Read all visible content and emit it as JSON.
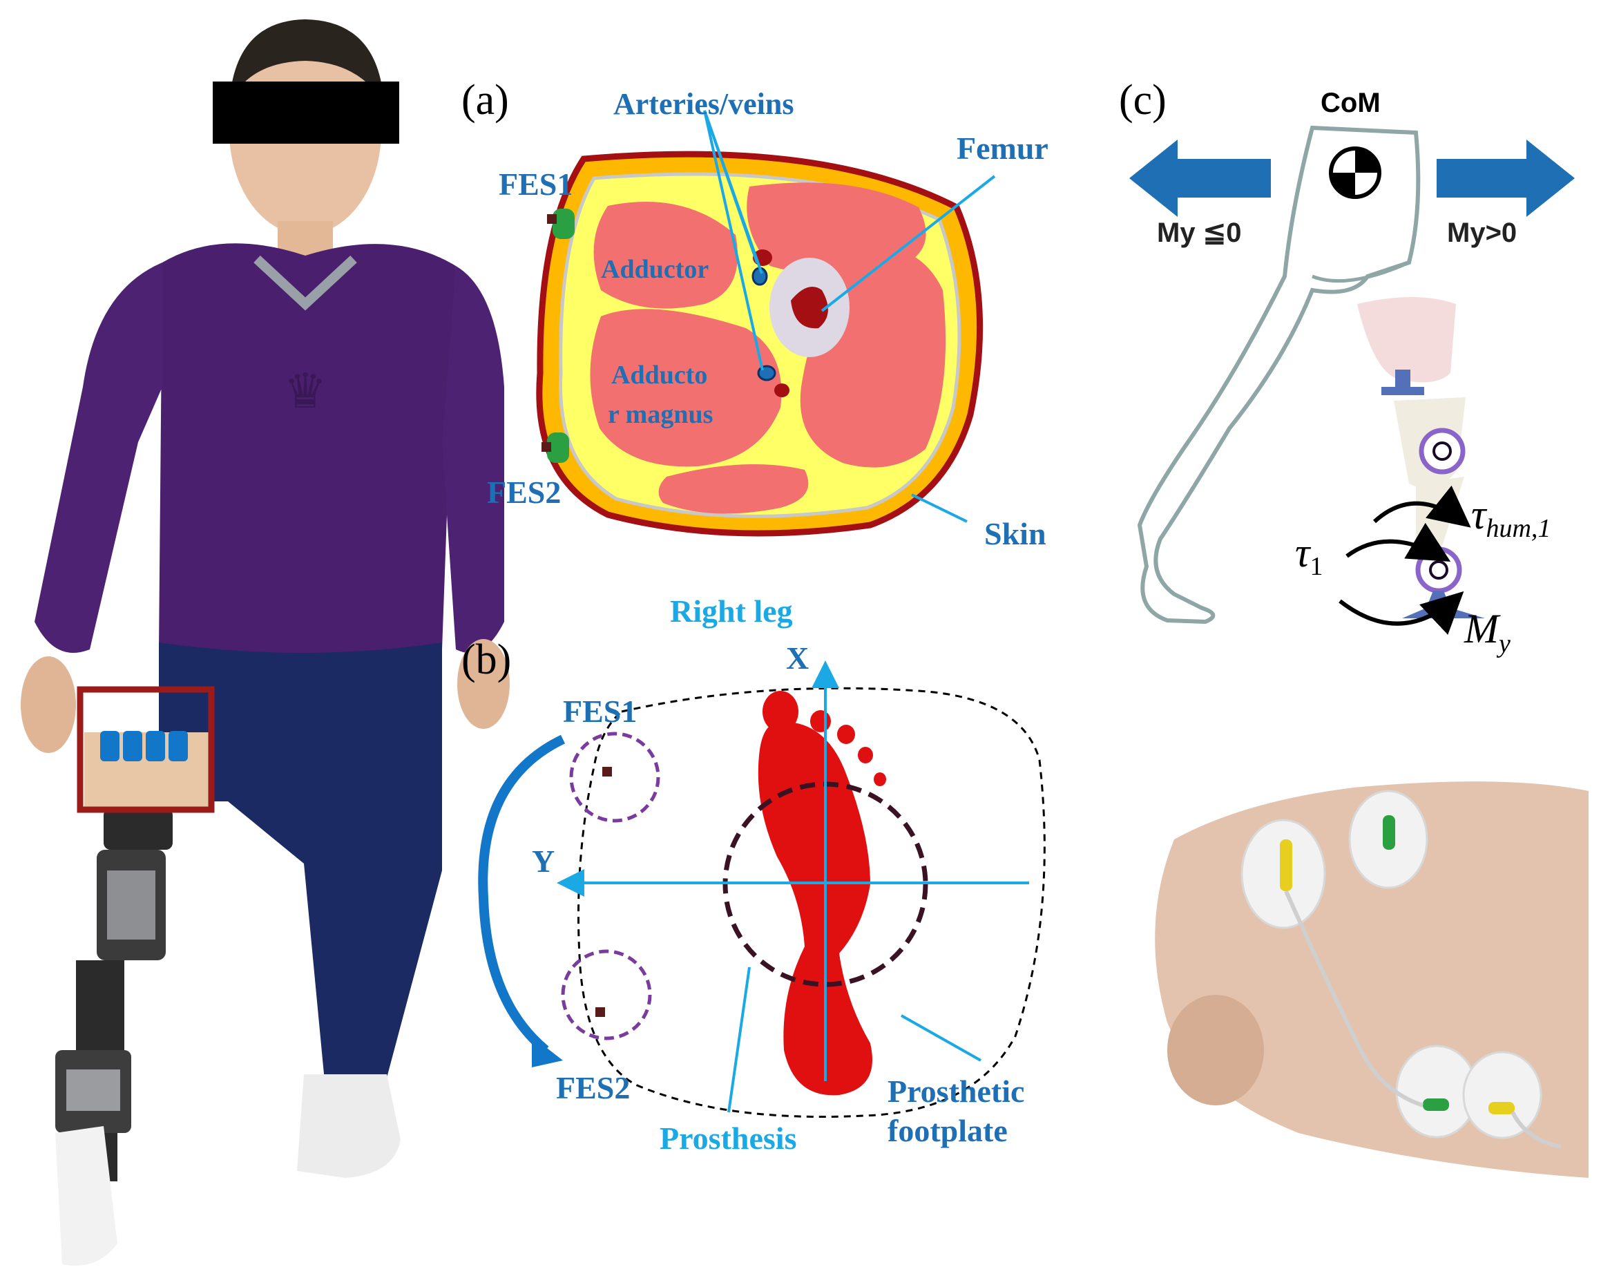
{
  "panel_a": {
    "tag": "(a)",
    "fes1": "FES1",
    "fes2": "FES2",
    "arteries": "Arteries/veins",
    "femur": "Femur",
    "adductor": "Adductor",
    "adductor_magnus_1": "Adducto",
    "adductor_magnus_2": "r magnus",
    "skin": "Skin"
  },
  "panel_b": {
    "tag": "(b)",
    "right_leg": "Right leg",
    "axis_x": "X",
    "axis_y": "Y",
    "fes1": "FES1",
    "fes2": "FES2",
    "prosthesis": "Prosthesis",
    "footplate_1": "Prosthetic",
    "footplate_2": "footplate"
  },
  "panel_c": {
    "tag": "(c)",
    "com": "CoM",
    "my_neg": "My ≦0",
    "my_pos": "My>0",
    "tau1": "τ",
    "tau1_sub": "1",
    "tau_hum": "τ",
    "tau_hum_sub": "hum,1",
    "my_sym": "M",
    "my_sub": "y"
  },
  "colors": {
    "label_blue": "#1f6fb5",
    "cyan": "#1ba9e6",
    "dark_red": "#a30f12",
    "muscle": "#f27070",
    "fat": "#ffff66",
    "orange": "#ffb800",
    "purple_shirt": "#4a1f6e",
    "navy_pants": "#1c2a63",
    "fes_box": "#9b1b1b",
    "electrode_blue": "#1377c9",
    "foot_red": "#e01010",
    "leg_outline": "#8fa6a6"
  }
}
